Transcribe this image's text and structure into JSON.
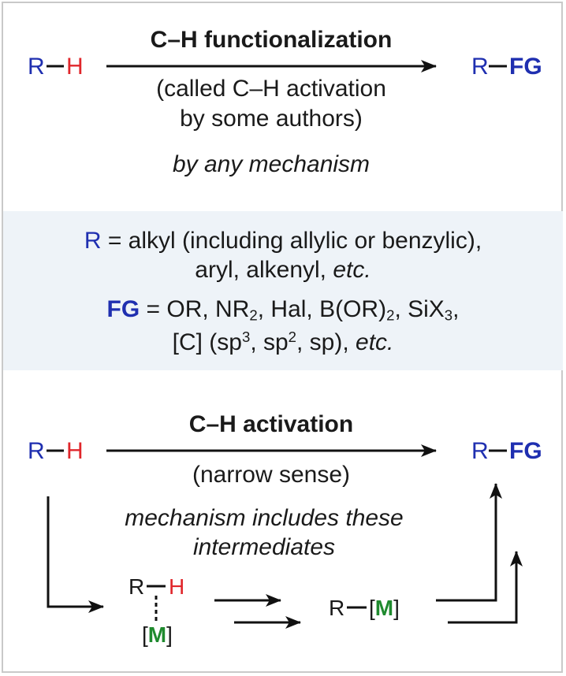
{
  "top_scheme": {
    "reactant_r": "R",
    "reactant_h": "H",
    "arrow_title": "C–H functionalization",
    "note_line1": "(called C–H activation",
    "note_line2": "by some authors)",
    "mechanism_note": "by any mechanism",
    "product_r": "R",
    "product_fg": "FG"
  },
  "definitions": {
    "r_symbol": "R",
    "r_def_line1": " = alkyl (including allylic or benzylic),",
    "r_def_line2a": "aryl, alkenyl, ",
    "r_def_line2b": "etc.",
    "fg_symbol": "FG",
    "fg_def_a": " = OR, NR",
    "fg_def_sub1": "2",
    "fg_def_b": ", Hal, B(OR)",
    "fg_def_sub2": "2",
    "fg_def_c": ", SiX",
    "fg_def_sub3": "3",
    "fg_def_d": ",",
    "fg_line2_a": "[C] (sp",
    "fg_line2_sup1": "3",
    "fg_line2_b": ", sp",
    "fg_line2_sup2": "2",
    "fg_line2_c": ", sp), ",
    "fg_line2_d": "etc."
  },
  "bottom_scheme": {
    "reactant_r": "R",
    "reactant_h": "H",
    "arrow_title": "C–H activation",
    "note": "(narrow sense)",
    "mechanism_line1": "mechanism includes these",
    "mechanism_line2": "intermediates",
    "product_r": "R",
    "product_fg": "FG",
    "int1_r": "R",
    "int1_h": "H",
    "int1_m_open": "[",
    "int1_m": "M",
    "int1_m_close": "]",
    "int2_r": "R",
    "int2_m_open": "[",
    "int2_m": "M",
    "int2_m_close": "]"
  },
  "colors": {
    "blue": "#1f2fb0",
    "red": "#e0262b",
    "green": "#1f8a2e",
    "band": "#eef3f8",
    "border": "#c9c9c9"
  }
}
